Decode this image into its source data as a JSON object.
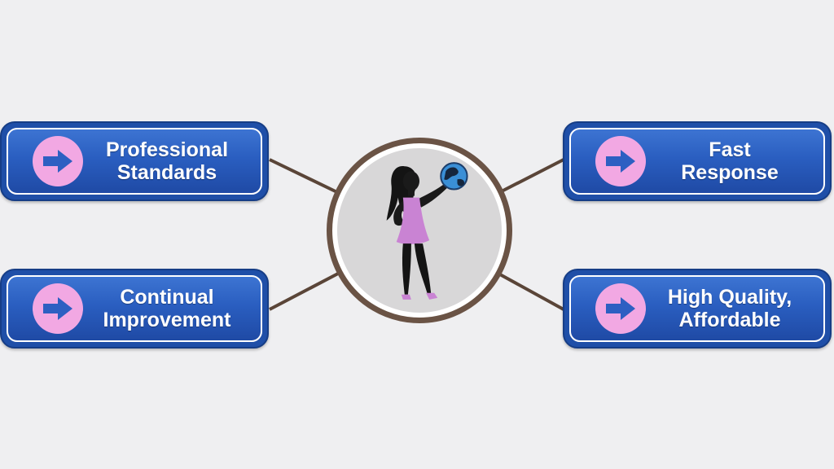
{
  "nodes": [
    {
      "id": "professional-standards",
      "lines": [
        "Professional",
        "Standards"
      ]
    },
    {
      "id": "fast-response",
      "lines": [
        "Fast",
        "Response"
      ]
    },
    {
      "id": "continual-improvement",
      "lines": [
        "Continual",
        "Improvement"
      ]
    },
    {
      "id": "high-quality-affordable",
      "lines": [
        "High Quality,",
        "Affordable"
      ]
    }
  ],
  "center": {
    "icon": "woman-holding-globe-icon"
  },
  "icons": {
    "arrow": "arrow-right-icon"
  },
  "colors": {
    "background": "#efeff1",
    "card_blue": "#2a5ec0",
    "card_border": "#163d86",
    "arrow_circle": "#f2a8e3",
    "arrow": "#2d5fc2",
    "connector": "#5a4538",
    "hub_ring": "#6a5345",
    "dress": "#c983d3",
    "globe_ocean": "#3a8fd6"
  }
}
